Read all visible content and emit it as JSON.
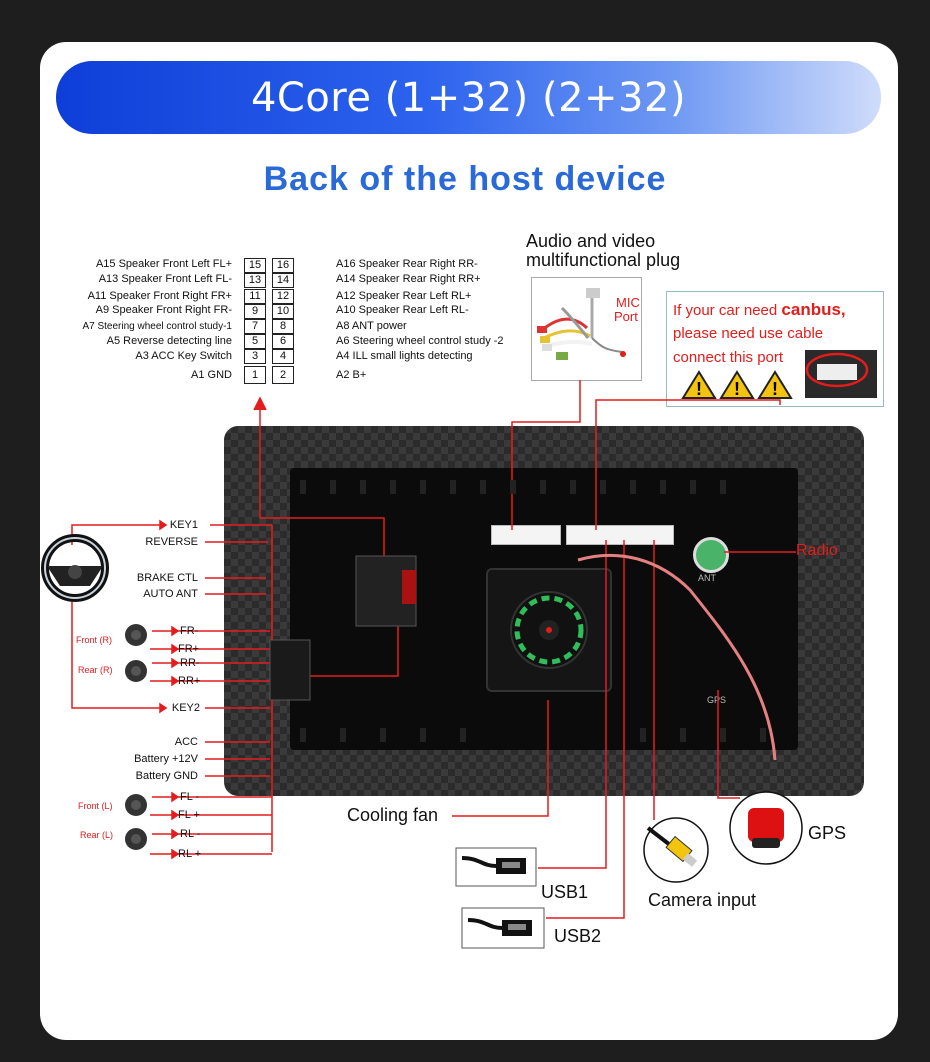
{
  "title": "4Core (1+32) (2+32)",
  "subtitle": "Back of the host device",
  "harness": {
    "left": [
      {
        "label": "A15  Speaker Front Left FL+",
        "pin": "15"
      },
      {
        "label": "A13  Speaker Front Left FL-",
        "pin": "13"
      },
      {
        "label": "A11  Speaker Front Right FR+",
        "pin": "11"
      },
      {
        "label": "A9    Speaker Front Right FR-",
        "pin": "9"
      },
      {
        "label": "A7   Steering wheel control study-1",
        "pin": "7"
      },
      {
        "label": "A5    Reverse detecting line",
        "pin": "5"
      },
      {
        "label": "A3 ACC Key Switch",
        "pin": "3"
      },
      {
        "label": "A1 GND",
        "pin": "1"
      }
    ],
    "right": [
      {
        "label": "A16 Speaker Rear Right RR-",
        "pin": "16"
      },
      {
        "label": "A14 Speaker Rear Right RR+",
        "pin": "14"
      },
      {
        "label": "A12 Speaker Rear Left RL+",
        "pin": "12"
      },
      {
        "label": "A10 Speaker Rear Left RL-",
        "pin": "10"
      },
      {
        "label": "A8   ANT power",
        "pin": "8"
      },
      {
        "label": "A6   Steering wheel control study -2",
        "pin": "6"
      },
      {
        "label": "A4   ILL small lights detecting",
        "pin": "4"
      },
      {
        "label": "A2   B+",
        "pin": "2"
      }
    ]
  },
  "av_plug": {
    "line1": "Audio and video",
    "line2": "multifunctional plug",
    "mic1": "MIC",
    "mic2": "Port"
  },
  "canbus": {
    "line1a": "If your car need ",
    "line1b": "canbus,",
    "line2": "please need use cable",
    "line3": "connect this port"
  },
  "wires": [
    "KEY1",
    "REVERSE",
    "BRAKE CTL",
    "AUTO ANT",
    "FR-",
    "FR+",
    "RR-",
    "RR+",
    "KEY2",
    "ACC",
    "Battery +12V",
    "Battery GND",
    "FL -",
    "FL +",
    "RL -",
    "RL +"
  ],
  "speakers": {
    "front_r": "Front (R)",
    "rear_r": "Rear (R)",
    "front_l": "Front (L)",
    "rear_l": "Rear (L)"
  },
  "callouts": {
    "radio": "Radio",
    "cooling_fan": "Cooling fan",
    "usb1": "USB1",
    "usb2": "USB2",
    "camera": "Camera input",
    "gps": "GPS"
  },
  "board": {
    "ant": "ANT",
    "gps": "GPS"
  },
  "colors": {
    "accent_red": "#e31c1c",
    "title_blue": "#2a6ad8",
    "banner_blue": "#0e3ed8"
  }
}
